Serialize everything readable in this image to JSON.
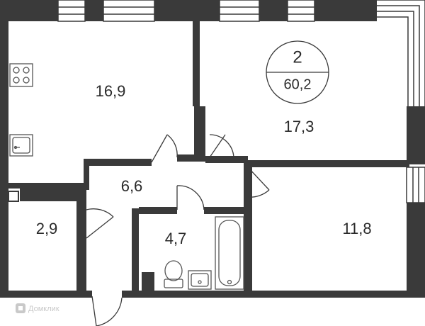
{
  "colors": {
    "wall": "#3a3a3a",
    "fixture": "#555555",
    "background": "#ffffff",
    "watermark": "#c9c9c9"
  },
  "badge": {
    "rooms": "2",
    "total_area": "60,2"
  },
  "rooms": {
    "kitchen": "16,9",
    "room_large": "17,3",
    "hall": "6,6",
    "storage": "2,9",
    "bathroom": "4,7",
    "room_small": "11,8"
  },
  "watermark": {
    "text": "Домклик",
    "icon": "domclick-logo-icon"
  },
  "icons": [
    "stove-icon",
    "sink-icon",
    "toilet-icon",
    "washbasin-icon",
    "bathtub-icon",
    "door-swing-icon",
    "window-icon"
  ]
}
